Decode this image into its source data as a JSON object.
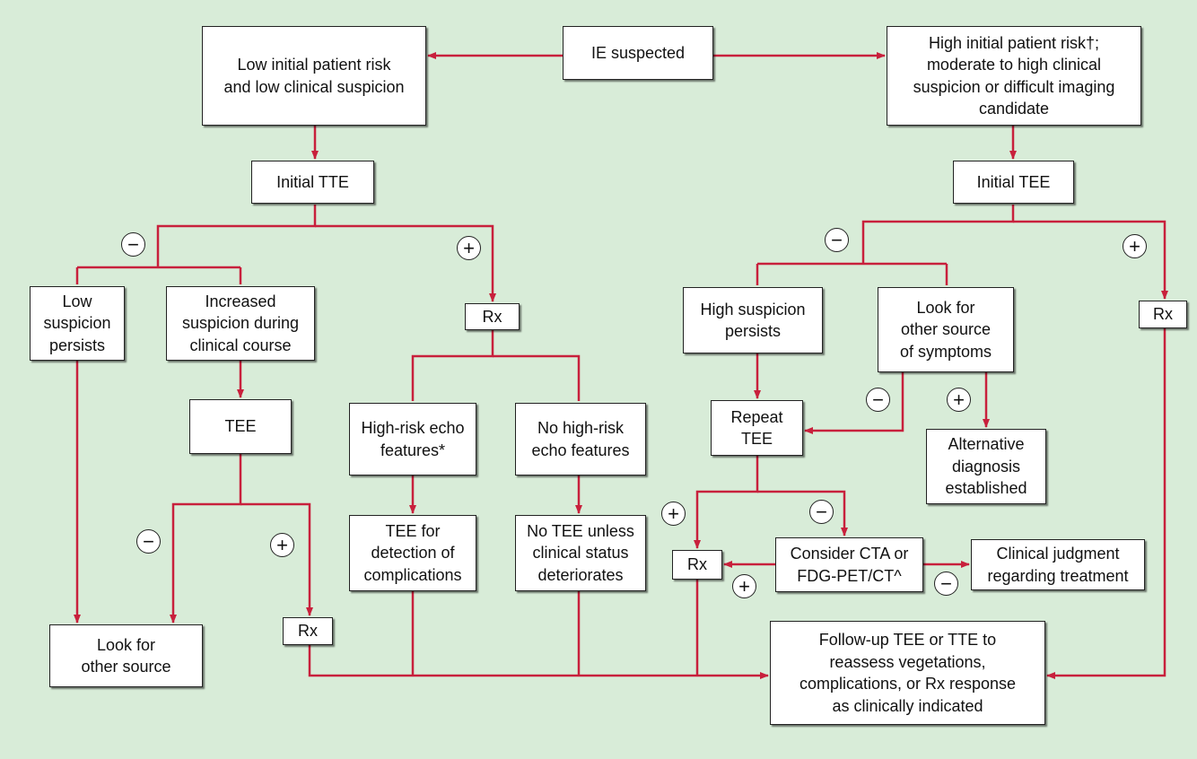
{
  "nodes": {
    "ie_suspected": "IE suspected",
    "low_risk": "Low initial patient risk\nand low clinical suspicion",
    "high_risk": "High initial patient risk†;\nmoderate to high clinical\nsuspicion or difficult imaging\ncandidate",
    "initial_tte": "Initial TTE",
    "initial_tee": "Initial TEE",
    "low_susp_persists": "Low\nsuspicion\npersists",
    "increased_susp": "Increased\nsuspicion during\nclinical course",
    "rx_left": "Rx",
    "tee_left": "TEE",
    "high_risk_echo": "High-risk echo\nfeatures*",
    "no_high_risk_echo": "No high-risk\necho features",
    "tee_complications": "TEE for\ndetection of\ncomplications",
    "no_tee_unless": "No TEE unless\nclinical status\ndeteriorates",
    "look_other_source": "Look for\nother source",
    "rx_bottom_left": "Rx",
    "high_susp_persists": "High suspicion\npersists",
    "look_other_symptoms": "Look for\nother source\nof symptoms",
    "rx_right": "Rx",
    "repeat_tee": "Repeat\nTEE",
    "alt_diagnosis": "Alternative\ndiagnosis\nestablished",
    "consider_cta": "Consider CTA or\nFDG-PET/CT^",
    "clinical_judgment": "Clinical judgment\nregarding treatment",
    "rx_middle": "Rx",
    "follow_up": "Follow-up TEE or TTE to\nreassess vegetations,\ncomplications, or Rx response\nas clinically indicated"
  },
  "signs": {
    "negative": "−",
    "positive": "+"
  },
  "colors": {
    "background": "#d8ecd8",
    "arrow": "#c8203c",
    "box_border": "#222222"
  }
}
